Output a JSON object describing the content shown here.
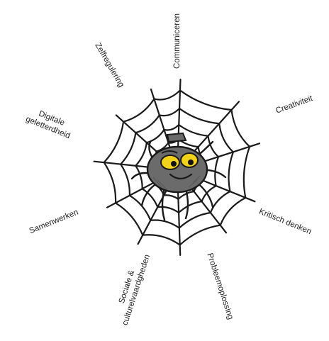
{
  "diagram": {
    "skills": {
      "communiceren": "Communiceren",
      "creativiteit": "Creativiteit",
      "kritisch_denken": "Kritisch denken",
      "probleemoplossing": "Probleemoplossing",
      "sociale_line1": "Sociale  &",
      "sociale_line2": "culturelvaardgheden",
      "samenwerken": "Samenwerken",
      "digitale_line1": "Digitale",
      "digitale_line2": "geletterdheid",
      "zelfregulering": "Zelfregulering"
    },
    "colors": {
      "web_stroke": "#1a1a1a",
      "spider_body": "#6b6b6b",
      "spider_eye": "#f2d21a",
      "text": "#222222"
    }
  }
}
